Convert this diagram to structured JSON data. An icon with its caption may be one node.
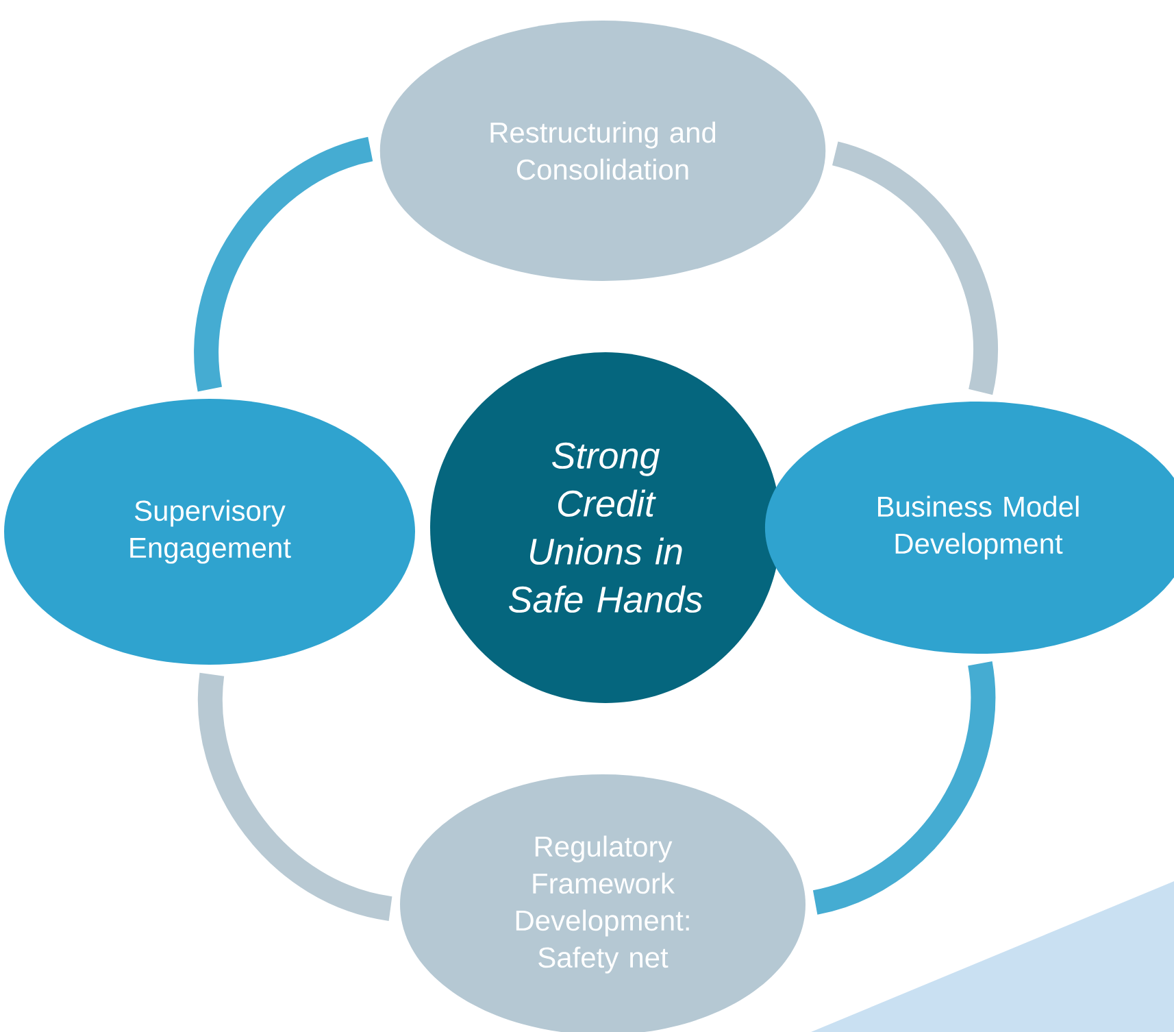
{
  "diagram": {
    "nodes": [
      {
        "text": [
          "Strong Credit Unions in Safe Hands"
        ]
      },
      {
        "text": [
          "Restructuring and Consolidation"
        ]
      },
      {
        "text": [
          "Business Model Development"
        ]
      },
      {
        "text": [
          "Regulatory Framework Development: Safety net"
        ]
      },
      {
        "text": [
          "Supervisory Engagement"
        ]
      }
    ],
    "edges": [
      {
        "from": 1,
        "to": 2,
        "arrow": "none",
        "color": "#b8c9d3"
      },
      {
        "from": 2,
        "to": 3,
        "arrow": "none",
        "color": "#45acd2"
      },
      {
        "from": 3,
        "to": 4,
        "arrow": "none",
        "color": "#b8c9d3"
      },
      {
        "from": 4,
        "to": 1,
        "arrow": "none",
        "color": "#45acd2"
      }
    ]
  }
}
